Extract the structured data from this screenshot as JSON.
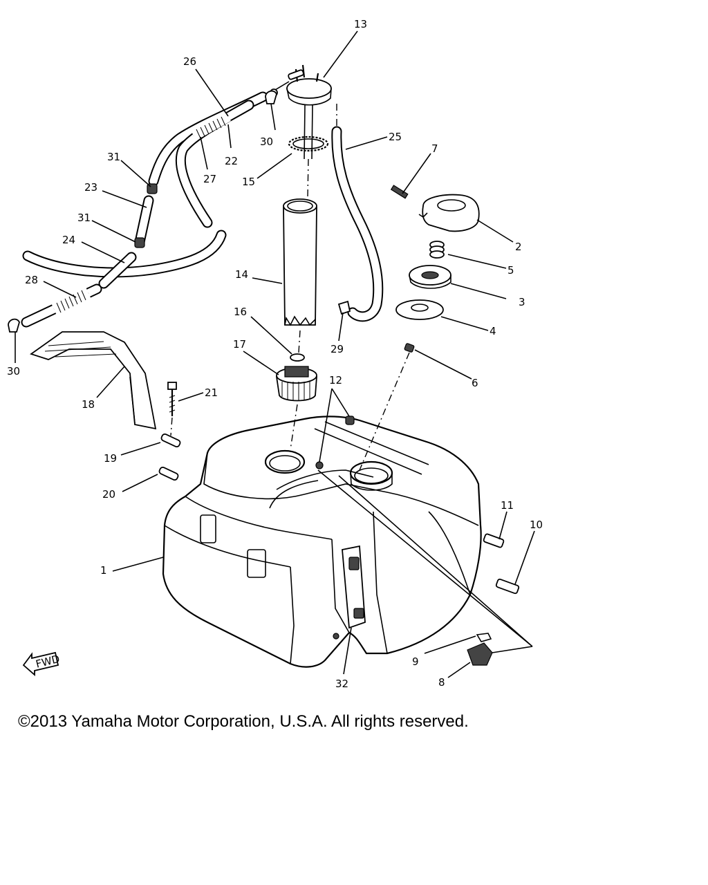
{
  "callouts": [
    "1",
    "2",
    "3",
    "4",
    "5",
    "6",
    "7",
    "8",
    "9",
    "10",
    "11",
    "12",
    "13",
    "14",
    "15",
    "16",
    "17",
    "18",
    "19",
    "20",
    "21",
    "22",
    "23",
    "24",
    "25",
    "26",
    "27",
    "28",
    "29",
    "30",
    "31",
    "32"
  ],
  "fwd_label": "FWD",
  "copyright": "©2013 Yamaha Motor Corporation, U.S.A. All rights reserved."
}
